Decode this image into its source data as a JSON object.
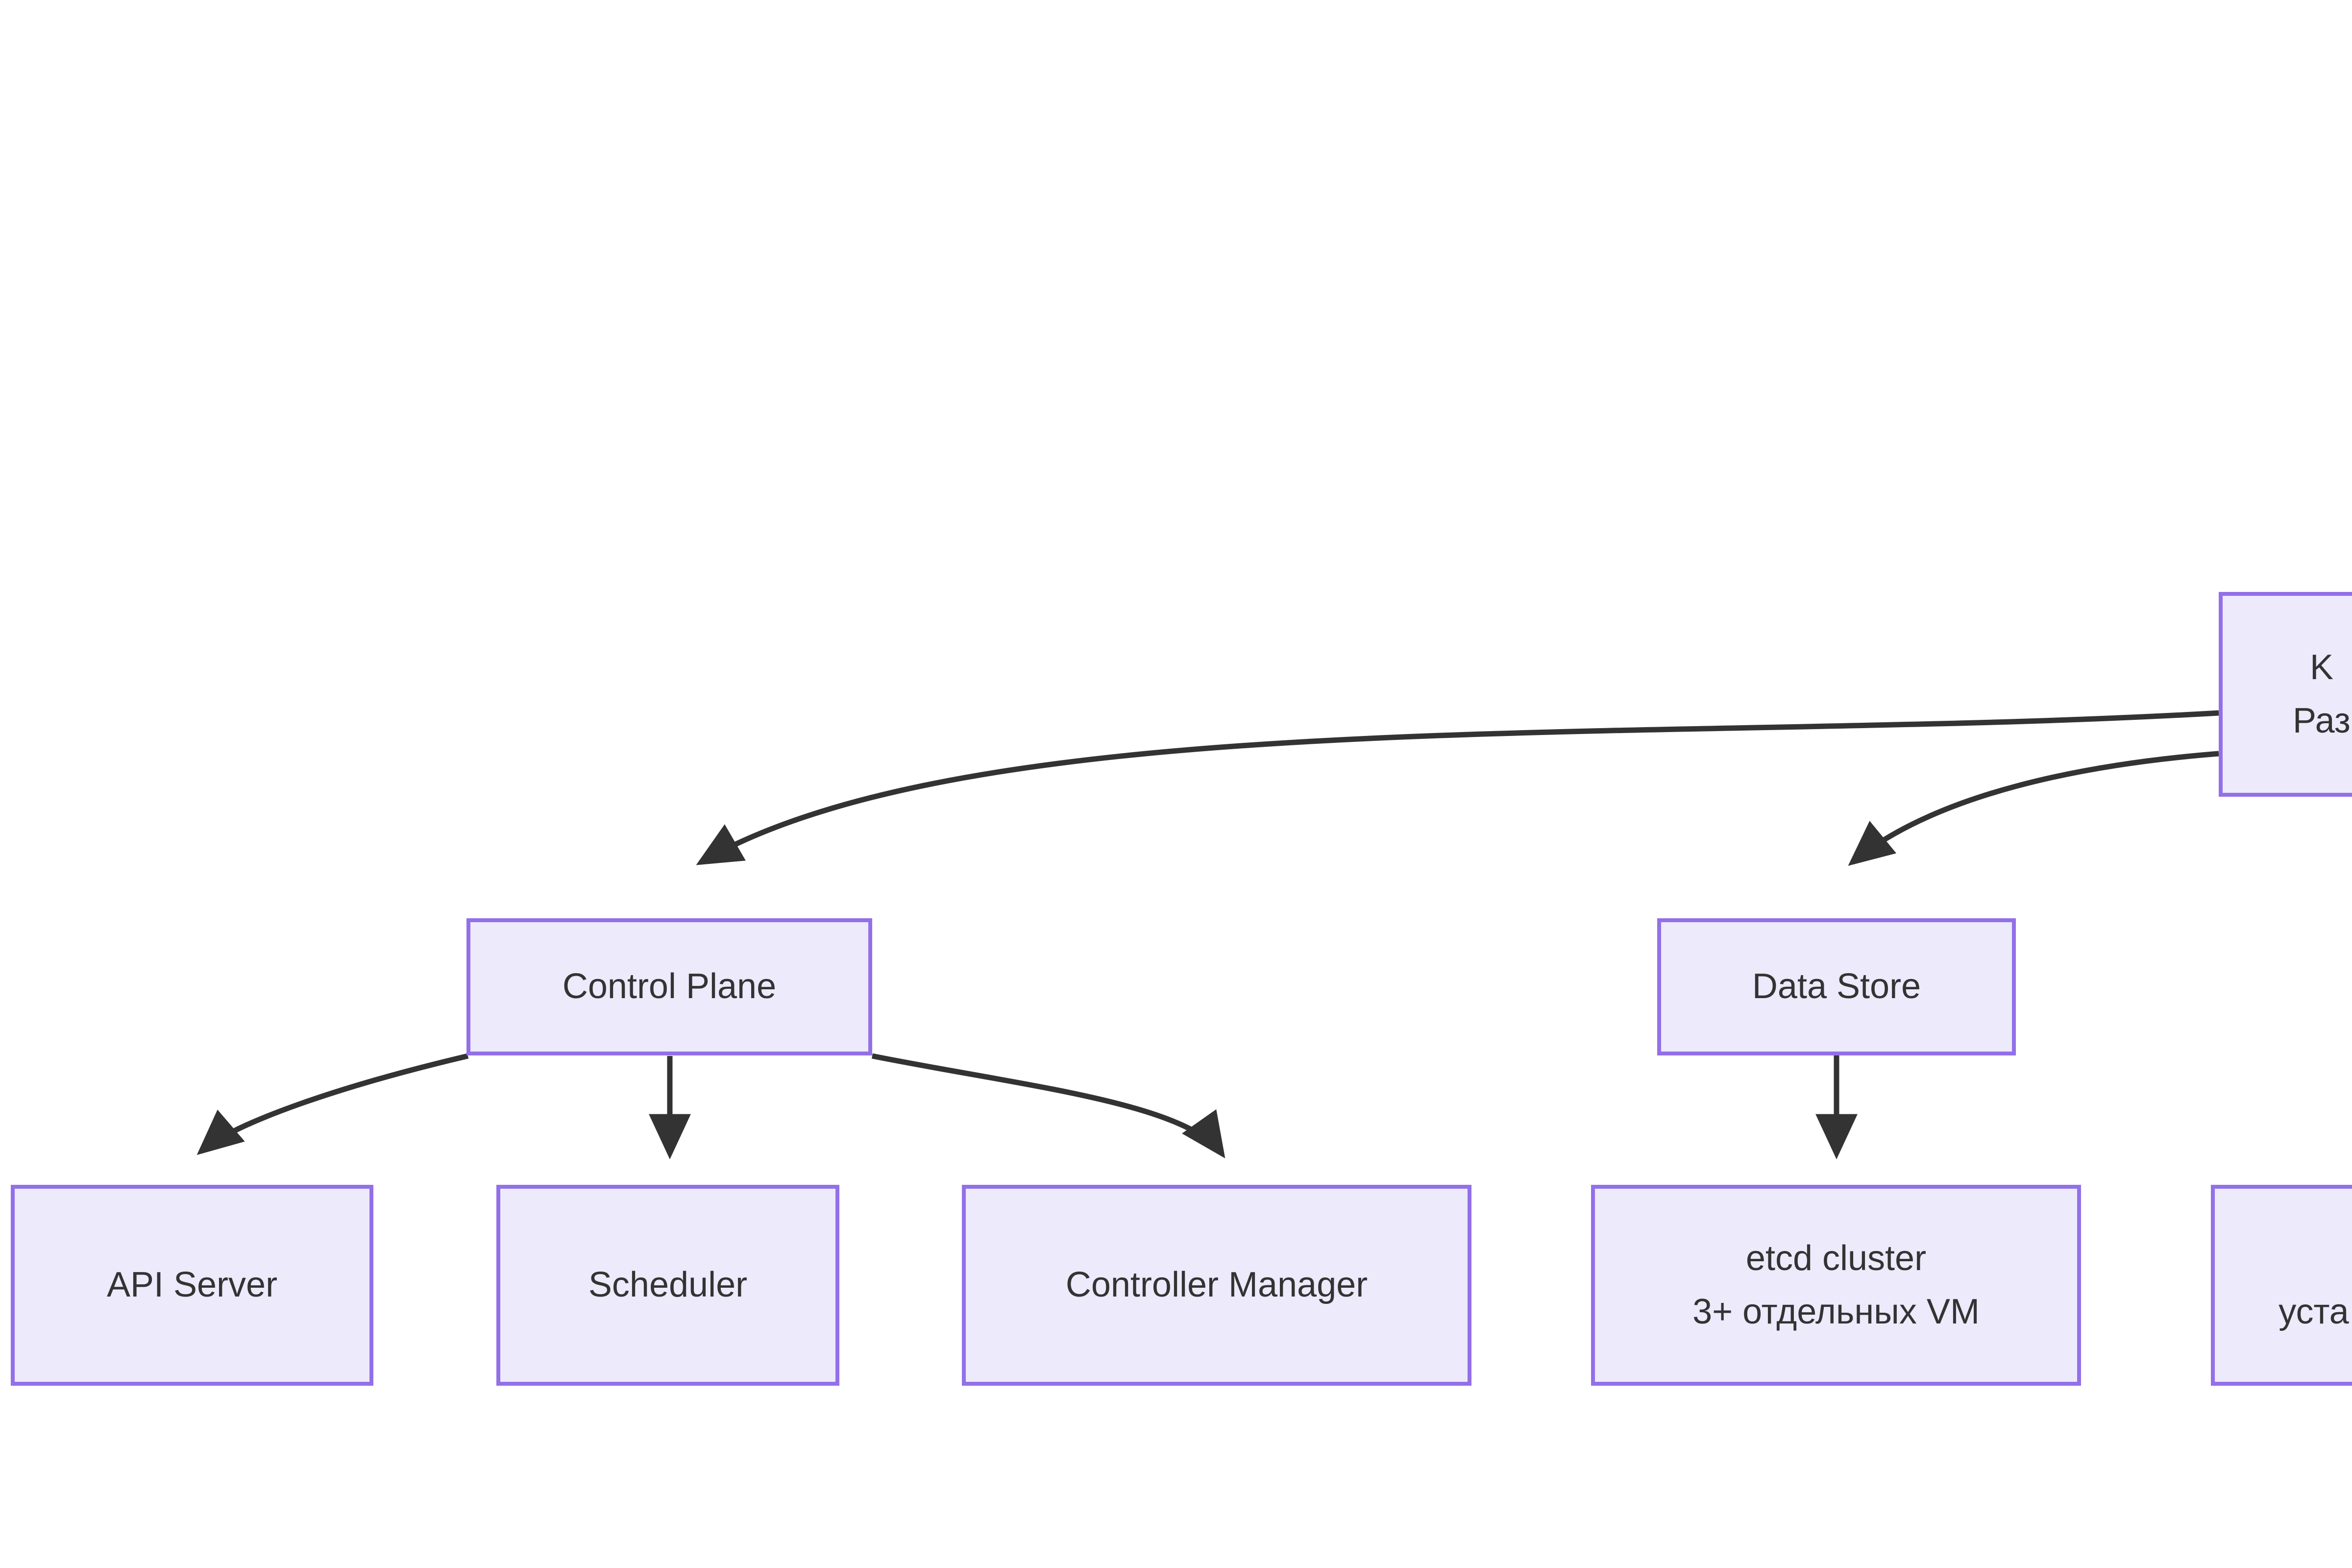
{
  "diagram": {
    "type": "flowchart",
    "orientation": "top-down",
    "background": "#ffffff",
    "node_fill": "#ECEAFB",
    "node_stroke": "#9370E8",
    "node_text_color": "#333333",
    "edge_color": "#333333",
    "note": "Right-hand nodes are clipped by the right edge of the screenshot"
  },
  "nodes": {
    "kubernetes_root": {
      "line1": "K",
      "line2": "Раз",
      "clipped": true
    },
    "control_plane": {
      "label": "Control Plane"
    },
    "data_store": {
      "label": "Data Store"
    },
    "api_server": {
      "label": "API Server"
    },
    "scheduler": {
      "label": "Scheduler"
    },
    "controller_manager": {
      "label": "Controller Manager"
    },
    "etcd_cluster": {
      "line1": "etcd cluster",
      "line2": "3+ отдельных VM"
    },
    "install_node": {
      "label": "уста",
      "clipped": true
    }
  },
  "edges": [
    {
      "from": "kubernetes_root",
      "to": "control_plane",
      "arrow": "solid"
    },
    {
      "from": "kubernetes_root",
      "to": "data_store",
      "arrow": "solid"
    },
    {
      "from": "control_plane",
      "to": "api_server",
      "arrow": "solid"
    },
    {
      "from": "control_plane",
      "to": "scheduler",
      "arrow": "solid"
    },
    {
      "from": "control_plane",
      "to": "controller_manager",
      "arrow": "solid"
    },
    {
      "from": "data_store",
      "to": "etcd_cluster",
      "arrow": "solid"
    }
  ]
}
